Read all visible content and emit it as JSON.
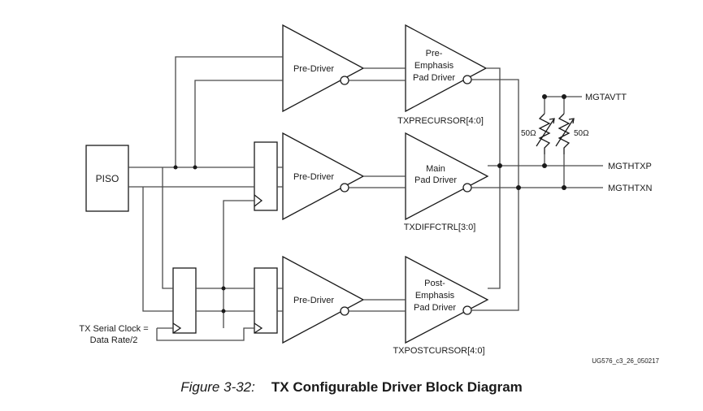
{
  "blocks": {
    "piso": "PISO",
    "pre_driver_top": "Pre-Driver",
    "pre_driver_mid": "Pre-Driver",
    "pre_driver_bot": "Pre-Driver",
    "pre_emphasis": [
      "Pre-",
      "Emphasis",
      "Pad Driver"
    ],
    "main_pad": [
      "Main",
      "Pad Driver"
    ],
    "post_emphasis": [
      "Post-",
      "Emphasis",
      "Pad Driver"
    ]
  },
  "control_labels": {
    "precursor": "TXPRECURSOR[4:0]",
    "diffctrl": "TXDIFFCTRL[3:0]",
    "postcursor": "TXPOSTCURSOR[4:0]"
  },
  "signals": {
    "supply": "MGTAVTT",
    "txp": "MGTHTXP",
    "txn": "MGTHTXN",
    "resistor_left": "50Ω",
    "resistor_right": "50Ω"
  },
  "clock_label": [
    "TX Serial Clock =",
    "Data Rate/2"
  ],
  "figure_id": "UG576_c3_26_050217",
  "caption": {
    "label": "Figure 3-32:",
    "title": "TX Configurable Driver Block Diagram"
  }
}
